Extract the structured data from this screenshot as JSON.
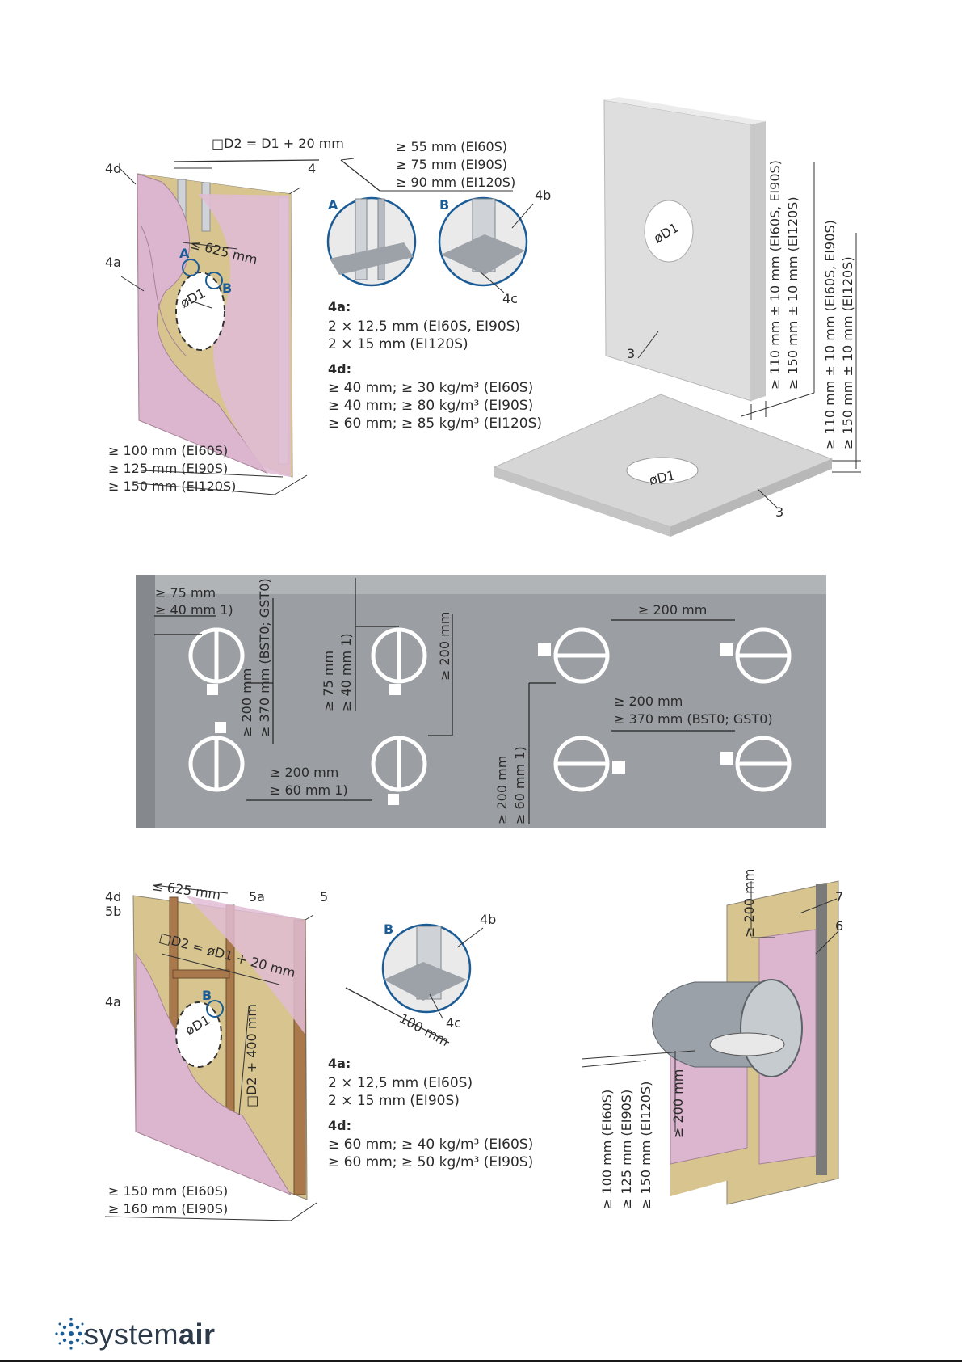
{
  "section1": {
    "wall": {
      "d2_formula": "□D2 = D1 + 20 mm",
      "callout_4d": "4d",
      "callout_4": "4",
      "callout_4a": "4a",
      "spacing": "≤ 625 mm",
      "detail_a": "A",
      "detail_b": "B",
      "diameter": "øD1",
      "thickness": [
        "≥ 100 mm (EI60S)",
        "≥ 125 mm (EI90S)",
        "≥ 150 mm (EI120S)"
      ]
    },
    "detail": {
      "depth": [
        "≥ 55 mm (EI60S)",
        "≥ 75 mm (EI90S)",
        "≥ 90 mm (EI120S)"
      ],
      "label_a": "A",
      "label_b": "B",
      "callout_4b": "4b",
      "callout_4c": "4c"
    },
    "specs": {
      "h4a": "4a:",
      "l4a": [
        "2 × 12,5 mm (EI60S, EI90S)",
        "2 × 15 mm (EI120S)"
      ],
      "h4d": "4d:",
      "l4d": [
        "≥ 40 mm; ≥ 30 kg/m³ (EI60S)",
        "≥ 40 mm; ≥ 80 kg/m³ (EI90S)",
        "≥ 60 mm; ≥ 85 kg/m³ (EI120S)"
      ]
    },
    "concrete": {
      "wall_diameter": "øD1",
      "wall_callout": "3",
      "wall_thickness": [
        "≥ 110 mm ± 10 mm (EI60S, EI90S)",
        "≥ 150 mm ± 10 mm (EI120S)"
      ],
      "floor_diameter": "øD1",
      "floor_callout": "3",
      "floor_thickness": [
        "≥ 110 mm ± 10 mm (EI60S, EI90S)",
        "≥ 150 mm ± 10 mm (EI120S)"
      ]
    }
  },
  "section2": {
    "edge": [
      "≥ 75 mm",
      "≥ 40 mm 1)"
    ],
    "col_gap_v": [
      "≥ 200 mm",
      "≥ 370 mm (BST0; GST0)"
    ],
    "row_gap_h": [
      "≥ 200 mm",
      "≥ 60 mm 1)"
    ],
    "top_v": [
      "≥ 75 mm",
      "≥ 40 mm 1)"
    ],
    "mid_v": "≥ 200 mm",
    "right_top": "≥ 200 mm",
    "right_mid": [
      "≥ 200 mm",
      "≥ 370 mm (BST0; GST0)"
    ],
    "right_v": [
      "≥ 200 mm",
      "≥ 60 mm 1)"
    ]
  },
  "section3": {
    "wall": {
      "spacing": "≤ 625 mm",
      "callout_4d": "4d",
      "callout_5b": "5b",
      "callout_5a": "5a",
      "callout_5": "5",
      "callout_4a": "4a",
      "d2_formula": "□D2 = øD1 + 20 mm",
      "detail_b": "B",
      "diameter": "øD1",
      "height_formula": "□D2 + 400 mm",
      "thickness": [
        "≥ 150 mm (EI60S)",
        "≥ 160 mm (EI90S)"
      ]
    },
    "detail": {
      "label_b": "B",
      "callout_4b": "4b",
      "callout_4c": "4c",
      "width": "100 mm"
    },
    "specs": {
      "h4a": "4a:",
      "l4a": [
        "2 × 12,5 mm (EI60S)",
        "2 × 15 mm (EI90S)"
      ],
      "h4d": "4d:",
      "l4d": [
        "≥ 60 mm; ≥ 40 kg/m³ (EI60S)",
        "≥ 60 mm; ≥ 50 kg/m³ (EI90S)"
      ]
    },
    "install": {
      "top_gap": "≥ 200 mm",
      "callout_7": "7",
      "callout_6": "6",
      "side_gap": "≥ 200 mm",
      "thickness": [
        "≥ 100 mm (EI60S)",
        "≥ 125 mm (EI90S)",
        "≥ 150 mm (EI120S)"
      ]
    }
  },
  "footer": {
    "brand_regular": "system",
    "brand_bold": "air"
  },
  "colors": {
    "board": "#d9b3c9",
    "insulation": "#d4c08a",
    "concrete": "#dcdcdc",
    "panel": "#9b9ea2",
    "accent": "#1c5c96"
  }
}
